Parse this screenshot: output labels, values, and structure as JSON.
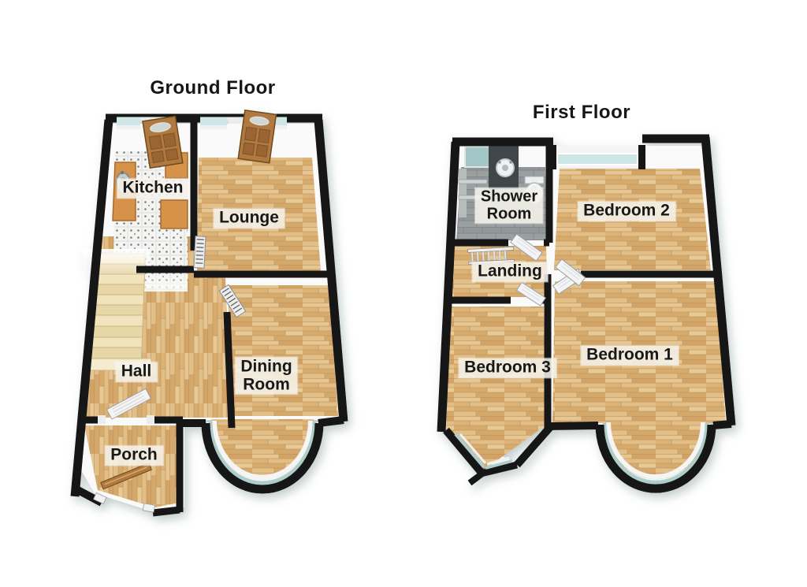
{
  "image_type": "3d-floor-plan",
  "floors": [
    {
      "title": "Ground Floor",
      "rooms": [
        {
          "name": "kitchen",
          "label": "Kitchen"
        },
        {
          "name": "lounge",
          "label": "Lounge"
        },
        {
          "name": "hall",
          "label": "Hall"
        },
        {
          "name": "dining-room",
          "label": "Dining\nRoom"
        },
        {
          "name": "porch",
          "label": "Porch"
        }
      ]
    },
    {
      "title": "First Floor",
      "rooms": [
        {
          "name": "shower-room",
          "label": "Shower\nRoom"
        },
        {
          "name": "bedroom-2",
          "label": "Bedroom 2"
        },
        {
          "name": "landing",
          "label": "Landing"
        },
        {
          "name": "bedroom-3",
          "label": "Bedroom 3"
        },
        {
          "name": "bedroom-1",
          "label": "Bedroom 1"
        }
      ]
    }
  ],
  "colors": {
    "wall": "#121212",
    "wall_inner_face": "#fafafa",
    "wood_floor": "#d9b37a",
    "stairs": "#efe3ba",
    "window_glass": "#cfe6e6",
    "window_glass_dark": "#a3c6c6",
    "kitchen_counter": "#d6924a",
    "kitchen_tile": "#f4f4f2",
    "shower_floor": "#9aa0a0",
    "door_wood": "#b0793f",
    "door_white": "#f2f2f2",
    "label_background": "#f3f0e8",
    "label_text": "#181818",
    "background": "#ffffff"
  }
}
